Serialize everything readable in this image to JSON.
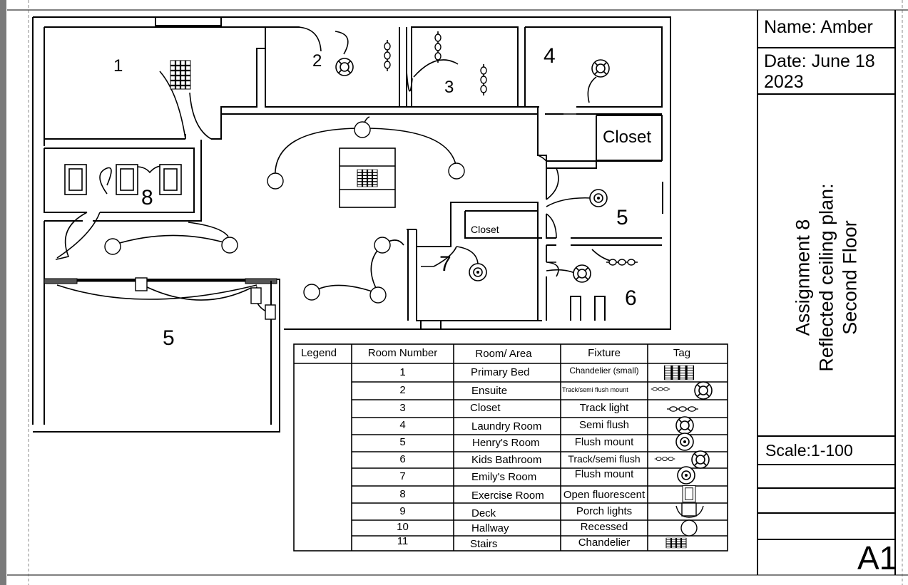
{
  "title_block": {
    "name": "Name: Amber",
    "date": "Date: June 18 2023",
    "assignment": [
      "Assignment 8",
      "Reflected ceiling plan:",
      "Second Floor"
    ],
    "scale": "Scale:1-100",
    "sheet": "A1"
  },
  "plan": {
    "room_labels": [
      "1",
      "2",
      "3",
      "4",
      "Closet",
      "8",
      "5",
      "7",
      "Closet",
      "6",
      "5"
    ]
  },
  "legend": {
    "headers": [
      "Legend",
      "Room Number",
      "Room/ Area",
      "Fixture",
      "Tag"
    ],
    "rows": [
      {
        "num": "1",
        "room": "Primary Bed",
        "fixture": "Chandelier (small)",
        "tag": "chandelier-small-icon"
      },
      {
        "num": "2",
        "room": "Ensuite",
        "fixture": "Track/semi flush mount",
        "tag": "track-semi-flush-icon"
      },
      {
        "num": "3",
        "room": "Closet",
        "fixture": "Track light",
        "tag": "track-light-icon"
      },
      {
        "num": "4",
        "room": "Laundry Room",
        "fixture": "Semi flush",
        "tag": "semi-flush-icon"
      },
      {
        "num": "5",
        "room": "Henry's Room",
        "fixture": "Flush mount",
        "tag": "flush-mount-icon"
      },
      {
        "num": "6",
        "room": "Kids Bathroom",
        "fixture": "Track/semi flush",
        "tag": "track-semi-flush-icon"
      },
      {
        "num": "7",
        "room": "Emily's Room",
        "fixture": "Flush mount",
        "tag": "flush-mount-icon"
      },
      {
        "num": "8",
        "room": "Exercise Room",
        "fixture": "Open fluorescent",
        "tag": "fluorescent-icon"
      },
      {
        "num": "9",
        "room": "Deck",
        "fixture": "Porch lights",
        "tag": "porch-light-icon"
      },
      {
        "num": "10",
        "room": "Hallway",
        "fixture": "Recessed",
        "tag": "recessed-icon"
      },
      {
        "num": "11",
        "room": "Stairs",
        "fixture": "Chandelier",
        "tag": "chandelier-icon"
      }
    ]
  }
}
